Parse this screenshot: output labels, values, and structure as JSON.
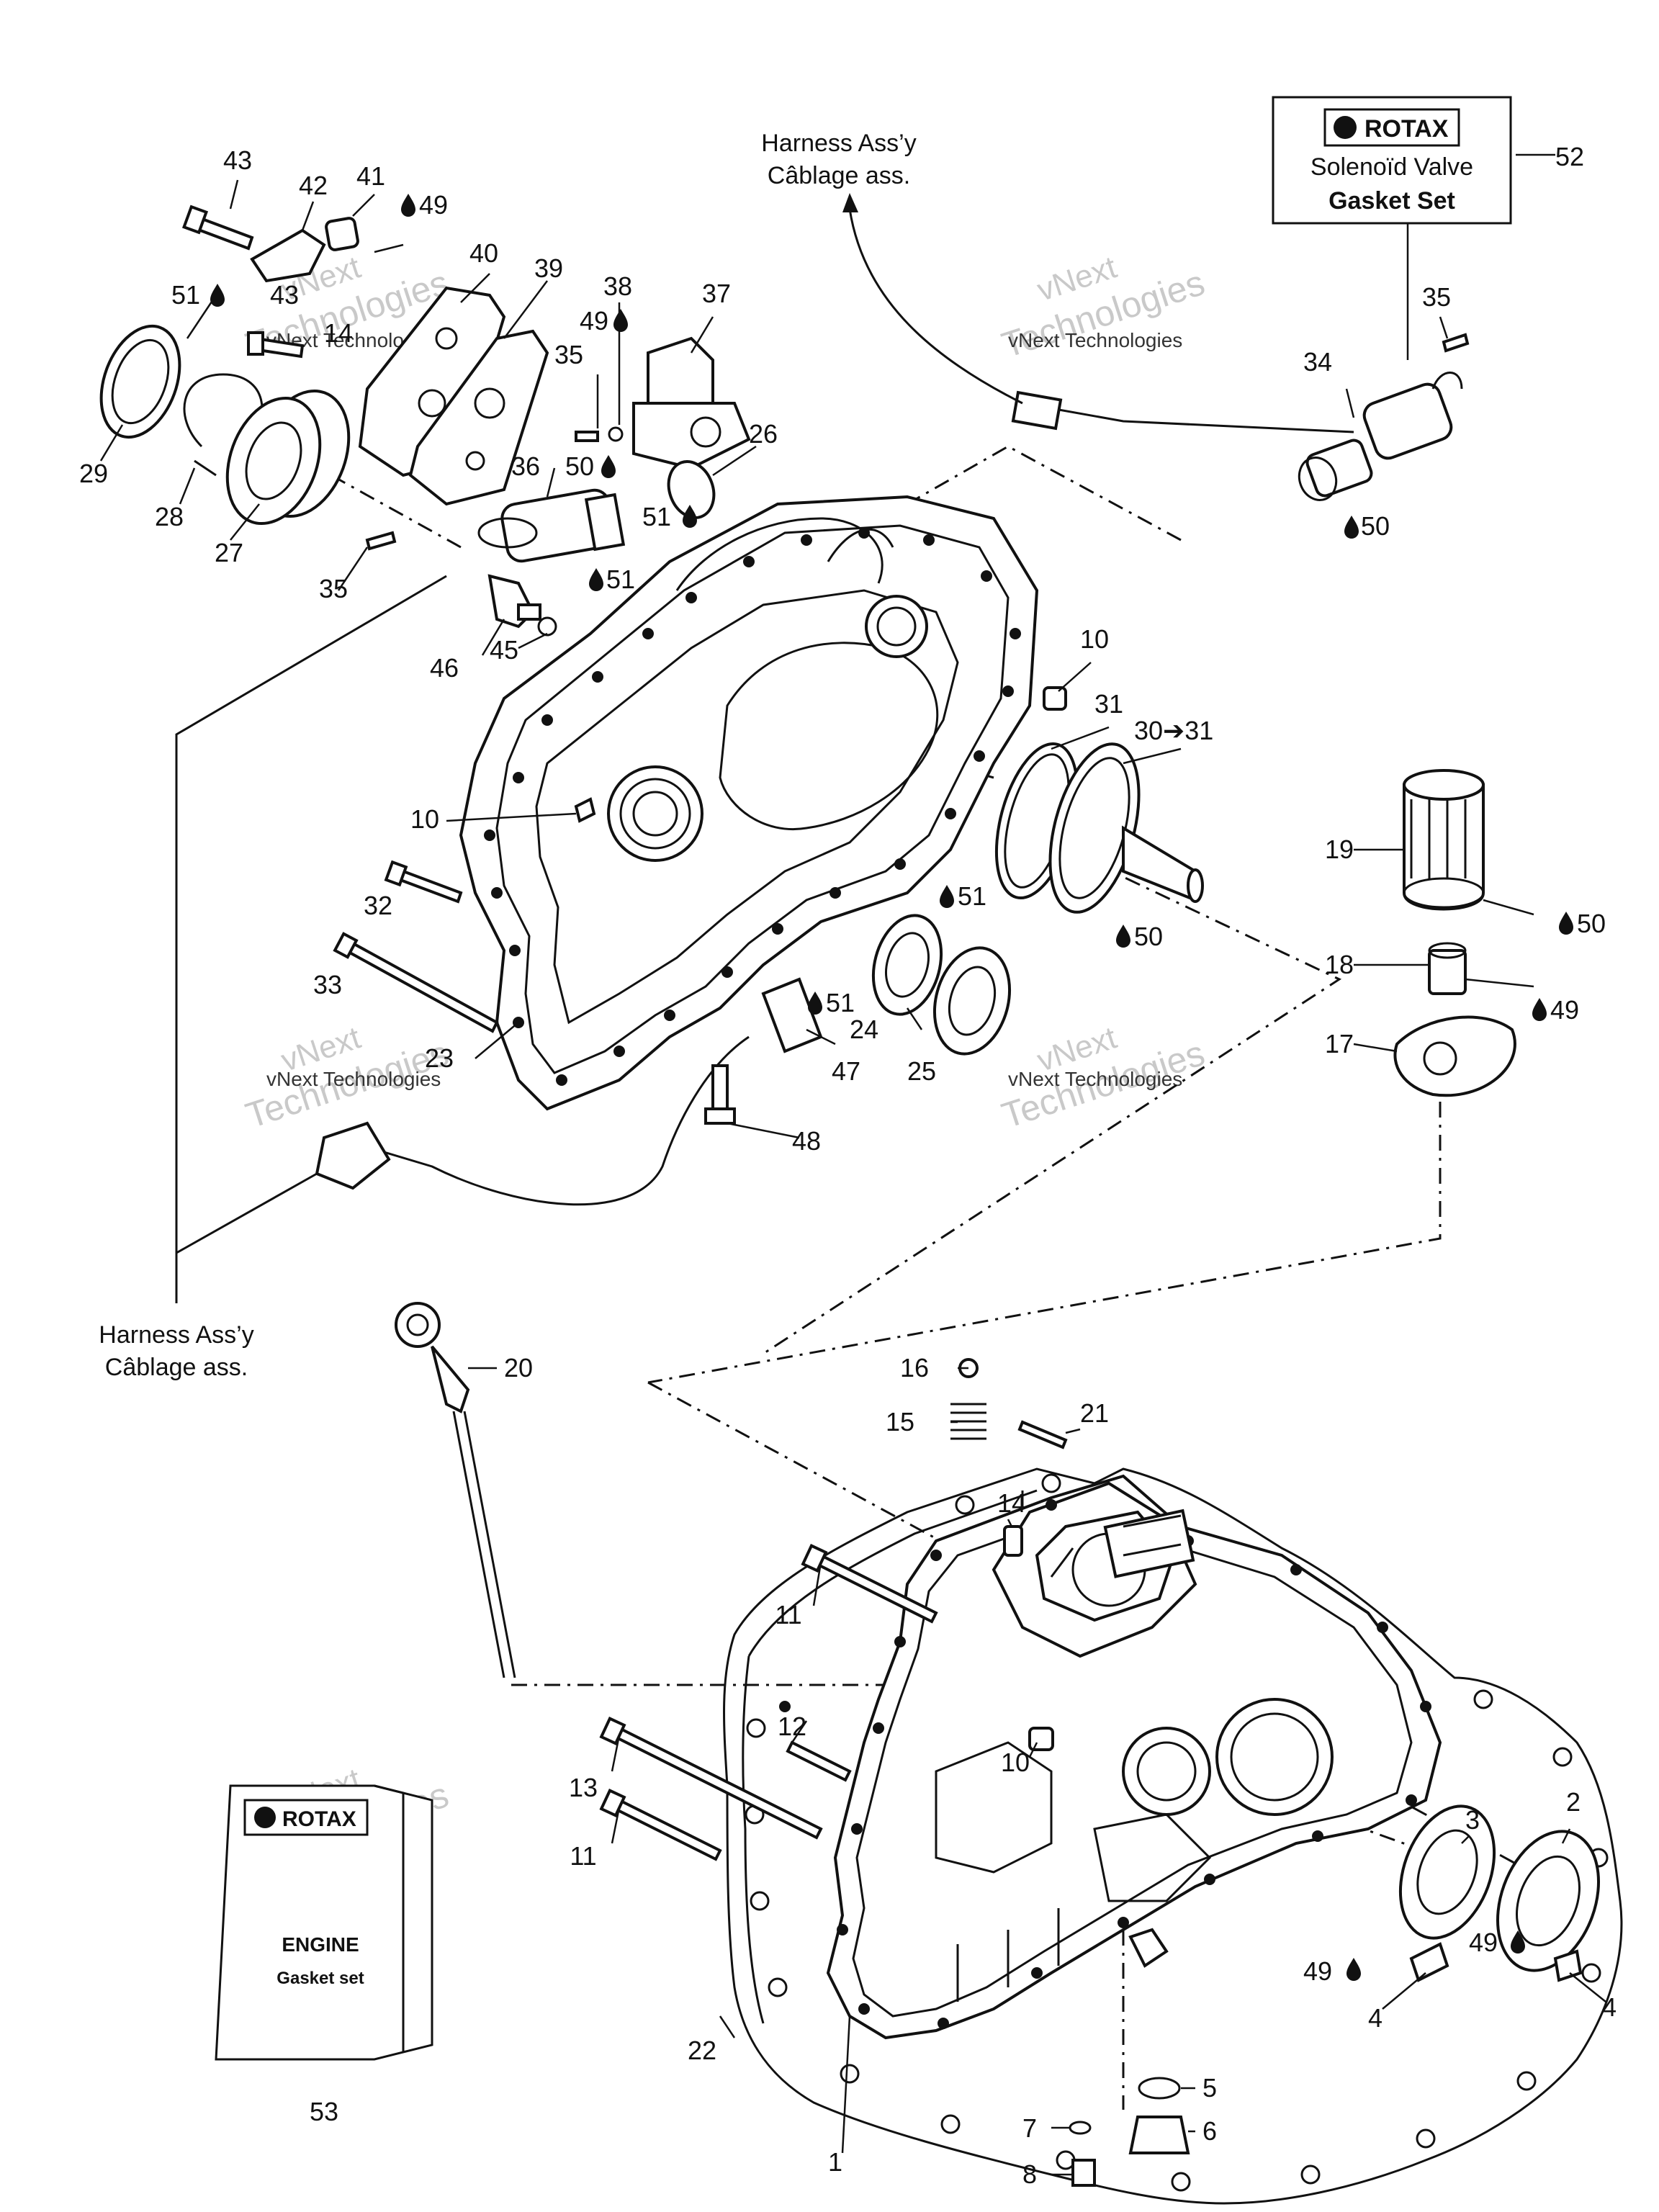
{
  "diagram": {
    "rotax_logo": "ROTAX",
    "solenoid_box": {
      "line1": "Solenoïd Valve",
      "line2": "Gasket Set"
    },
    "harness_top": {
      "line1": "Harness Ass’y",
      "line2": "Câblage ass."
    },
    "harness_left": {
      "line1": "Harness Ass’y",
      "line2": "Câblage ass."
    },
    "booklet": {
      "logo": "ROTAX",
      "title": "ENGINE",
      "subtitle": "Gasket set"
    },
    "watermark": {
      "line1": "vNext Technologies",
      "line2": "vNext",
      "line3": "Technologies"
    },
    "labels": {
      "n1": "1",
      "n2": "2",
      "n3": "3",
      "n4a": "4",
      "n4b": "4",
      "n5": "5",
      "n6": "6",
      "n7": "7",
      "n8": "8",
      "n10a": "10",
      "n10b": "10",
      "n10c": "10",
      "n11a": "11",
      "n11b": "11",
      "n12": "12",
      "n13": "13",
      "n14a": "14",
      "n14b": "14",
      "n15": "15",
      "n16": "16",
      "n17": "17",
      "n18": "18",
      "n19": "19",
      "n20": "20",
      "n21": "21",
      "n22": "22",
      "n23": "23",
      "n24": "24",
      "n25": "25",
      "n26": "26",
      "n27": "27",
      "n28": "28",
      "n29": "29",
      "n30": "30➔31",
      "n31": "31",
      "n32": "32",
      "n33": "33",
      "n34": "34",
      "n35a": "35",
      "n35b": "35",
      "n35c": "35",
      "n36": "36",
      "n37": "37",
      "n38": "38",
      "n39": "39",
      "n40": "40",
      "n41": "41",
      "n42": "42",
      "n43a": "43",
      "n43b": "43",
      "n45": "45",
      "n46": "46",
      "n47": "47",
      "n48": "48",
      "n49a": "49",
      "n49b": "49",
      "n49c": "49",
      "n49d": "49",
      "n49e": "49",
      "n50a": "50",
      "n50b": "50",
      "n50c": "50",
      "n50d": "50",
      "n51a": "51",
      "n51b": "51",
      "n51c": "51",
      "n51d": "51",
      "n51e": "51",
      "n52": "52",
      "n53": "53"
    }
  }
}
